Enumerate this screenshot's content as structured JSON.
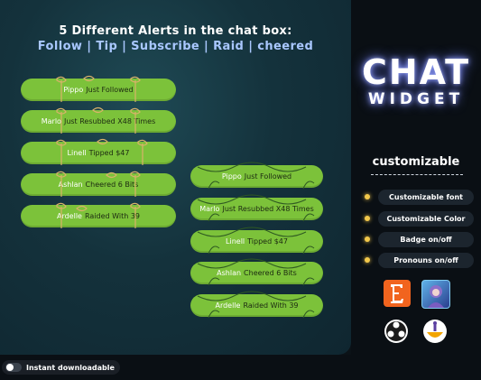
{
  "header": {
    "line1": "5 Different Alerts in the chat box:",
    "line2": "Follow | Tip | Subscribe | Raid | cheered"
  },
  "alerts_left": [
    {
      "name": "Pippo",
      "text": "Just Followed"
    },
    {
      "name": "Marlo",
      "text": "Just Resubbed X48 Times"
    },
    {
      "name": "Linell",
      "text": "Tipped $47"
    },
    {
      "name": "Ashlan",
      "text": "Cheered 6 Bits"
    },
    {
      "name": "Ardelle",
      "text": "Raided With 39"
    }
  ],
  "alerts_right": [
    {
      "name": "Pippo",
      "text": "Just Followed"
    },
    {
      "name": "Marlo",
      "text": "Just Resubbed X48 Times"
    },
    {
      "name": "Linell",
      "text": "Tipped $47"
    },
    {
      "name": "Ashlan",
      "text": "Cheered 6 Bits"
    },
    {
      "name": "Ardelle",
      "text": "Raided With 39"
    }
  ],
  "branding": {
    "title": "CHAT",
    "subtitle": "WIDGET"
  },
  "features": {
    "heading": "customizable",
    "items": [
      "Customizable font",
      "Customizable Color",
      "Badge on/off",
      "Pronouns on/off"
    ]
  },
  "logos": [
    "etsy-logo",
    "anime-avatar",
    "obs-logo",
    "streamlabs-logo"
  ],
  "footer": {
    "toggle_label": "Instant downloadable",
    "toggle_on": false
  },
  "colors": {
    "pill": "#7cc23a",
    "name": "#ffffff",
    "glow": "#6d7cff",
    "accent_dot": "#f2c84b"
  }
}
